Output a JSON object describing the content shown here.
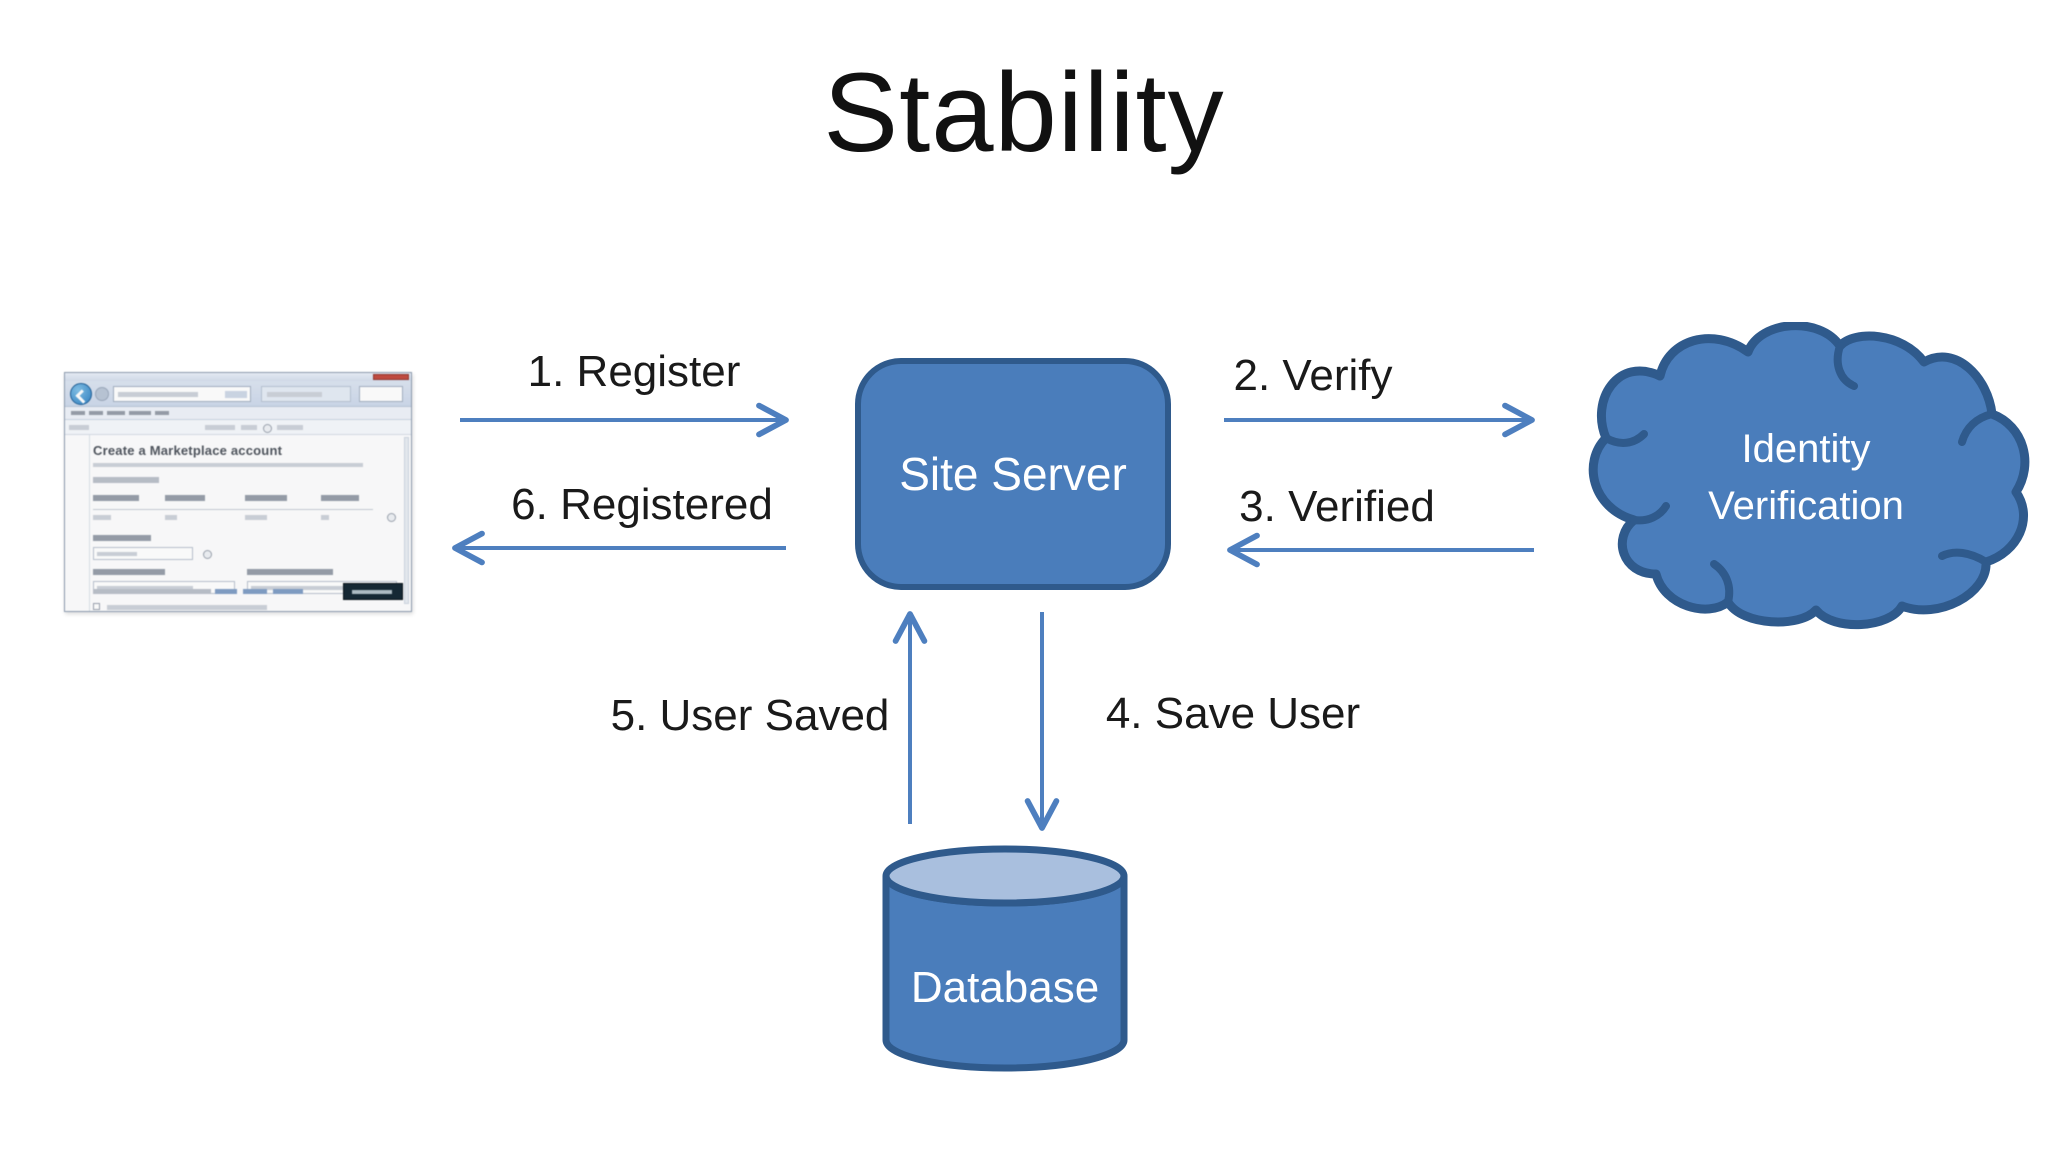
{
  "title": "Stability",
  "colors": {
    "node_fill": "#4a7dbb",
    "node_border": "#2f5a8c",
    "arrow": "#4e7fbf",
    "cylinder_top_fill": "#a9bfde",
    "node_text": "#ffffff",
    "label_text": "#1a1a1a"
  },
  "nodes": {
    "client_screenshot": {
      "page_heading": "Create a Marketplace account"
    },
    "site_server": {
      "label": "Site Server"
    },
    "identity_verification": {
      "line1": "Identity",
      "line2": "Verification"
    },
    "database": {
      "label": "Database"
    }
  },
  "flows": [
    {
      "step": 1,
      "label": "1. Register",
      "direction": "right"
    },
    {
      "step": 2,
      "label": "2. Verify",
      "direction": "right"
    },
    {
      "step": 3,
      "label": "3. Verified",
      "direction": "left"
    },
    {
      "step": 4,
      "label": "4. Save User",
      "direction": "down"
    },
    {
      "step": 5,
      "label": "5. User Saved",
      "direction": "up"
    },
    {
      "step": 6,
      "label": "6. Registered",
      "direction": "left"
    }
  ]
}
